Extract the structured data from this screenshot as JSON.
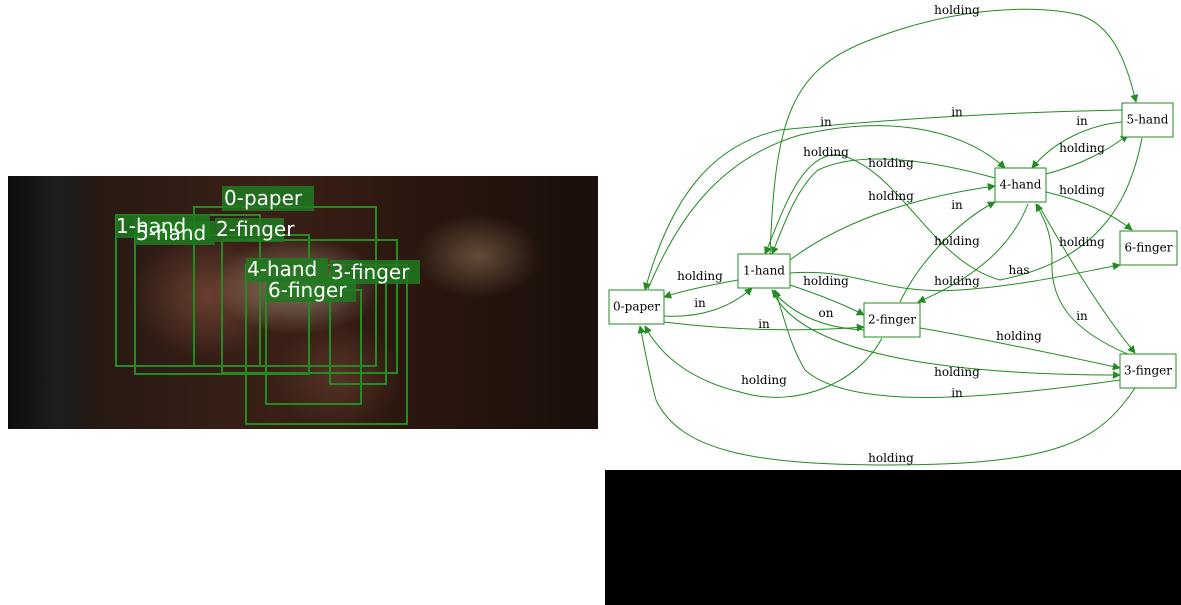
{
  "image_panel": {
    "detections": [
      {
        "id": "0-paper",
        "label": "0-paper"
      },
      {
        "id": "1-hand",
        "label": "1-hand"
      },
      {
        "id": "2-finger",
        "label": "2-finger"
      },
      {
        "id": "3-finger",
        "label": "3-finger"
      },
      {
        "id": "4-hand",
        "label": "4-hand"
      },
      {
        "id": "5-hand",
        "label": "5-hand"
      },
      {
        "id": "6-finger",
        "label": "6-finger"
      }
    ],
    "box_color": "#228b22"
  },
  "graph": {
    "nodes": [
      {
        "id": "0-paper",
        "label": "0-paper"
      },
      {
        "id": "1-hand",
        "label": "1-hand"
      },
      {
        "id": "2-finger",
        "label": "2-finger"
      },
      {
        "id": "3-finger",
        "label": "3-finger"
      },
      {
        "id": "4-hand",
        "label": "4-hand"
      },
      {
        "id": "5-hand",
        "label": "5-hand"
      },
      {
        "id": "6-finger",
        "label": "6-finger"
      }
    ],
    "edges": [
      {
        "id": "e1",
        "from": "1-hand",
        "to": "5-hand",
        "label": "holding"
      },
      {
        "id": "e2",
        "from": "5-hand",
        "to": "0-paper",
        "label": "in"
      },
      {
        "id": "e3",
        "from": "0-paper",
        "to": "4-hand",
        "label": "in"
      },
      {
        "id": "e4",
        "from": "5-hand",
        "to": "4-hand",
        "label": "in"
      },
      {
        "id": "e5",
        "from": "4-hand",
        "to": "5-hand",
        "label": "holding"
      },
      {
        "id": "e6",
        "from": "5-hand",
        "to": "1-hand",
        "label": "holding"
      },
      {
        "id": "e7",
        "from": "4-hand",
        "to": "1-hand",
        "label": "holding"
      },
      {
        "id": "e8",
        "from": "1-hand",
        "to": "4-hand",
        "label": "holding"
      },
      {
        "id": "e9",
        "from": "4-hand",
        "to": "6-finger",
        "label": "holding"
      },
      {
        "id": "e10",
        "from": "2-finger",
        "to": "4-hand",
        "label": "in"
      },
      {
        "id": "e11",
        "from": "4-hand",
        "to": "2-finger",
        "label": "holding"
      },
      {
        "id": "e12",
        "from": "4-hand",
        "to": "3-finger",
        "label": "holding"
      },
      {
        "id": "e13",
        "from": "1-hand",
        "to": "0-paper",
        "label": "holding"
      },
      {
        "id": "e14",
        "from": "0-paper",
        "to": "1-hand",
        "label": "in"
      },
      {
        "id": "e15",
        "from": "1-hand",
        "to": "2-finger",
        "label": "holding"
      },
      {
        "id": "e16",
        "from": "2-finger",
        "to": "1-hand",
        "label": "on"
      },
      {
        "id": "e17",
        "from": "1-hand",
        "to": "6-finger",
        "label": "has"
      },
      {
        "id": "e18",
        "from": "0-paper",
        "to": "2-finger",
        "label": "in"
      },
      {
        "id": "e19",
        "from": "2-finger",
        "to": "3-finger",
        "label": "holding"
      },
      {
        "id": "e20",
        "from": "3-finger",
        "to": "4-hand",
        "label": "in"
      },
      {
        "id": "e21",
        "from": "1-hand",
        "to": "3-finger",
        "label": "holding"
      },
      {
        "id": "e22",
        "from": "3-finger",
        "to": "1-hand",
        "label": "in"
      },
      {
        "id": "e23",
        "from": "2-finger",
        "to": "0-paper",
        "label": "holding"
      },
      {
        "id": "e24",
        "from": "3-finger",
        "to": "0-paper",
        "label": "holding"
      }
    ],
    "edge_color": "#228b22"
  },
  "bottom_panel": {
    "color": "#000000"
  }
}
